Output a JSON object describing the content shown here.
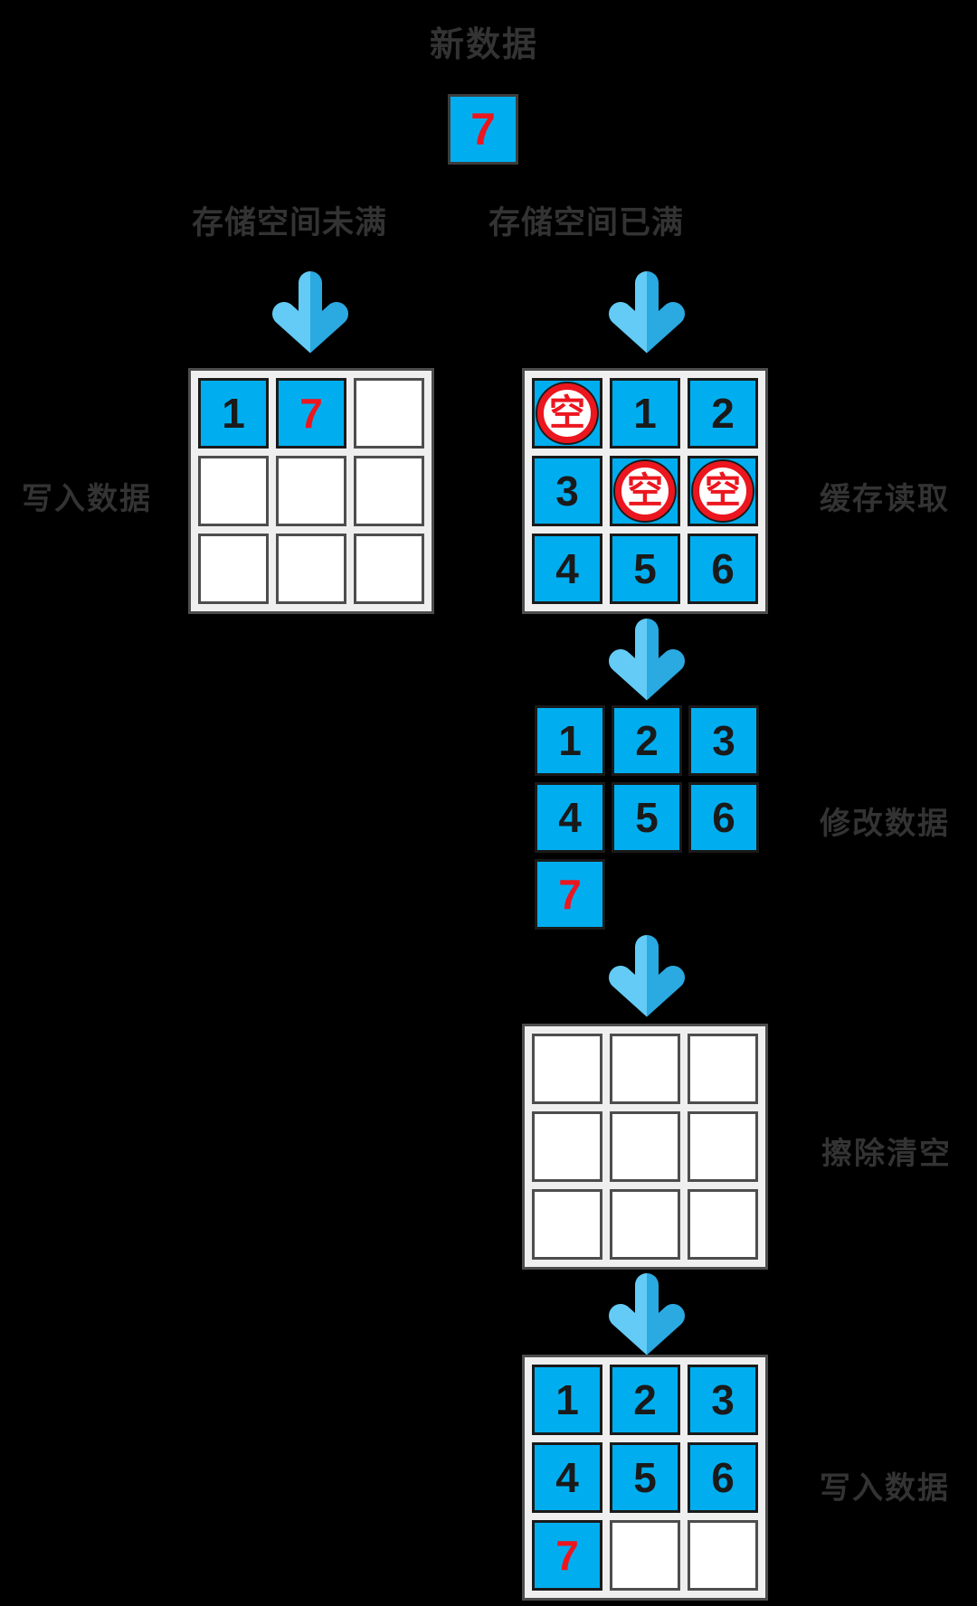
{
  "title": "新数据",
  "new_data": {
    "value": "7"
  },
  "branches": {
    "not_full": "存储空间未满",
    "full": "存储空间已满"
  },
  "labels": {
    "write_unfull": "写入数据",
    "cache_read": "缓存读取",
    "modify": "修改数据",
    "erase": "擦除清空",
    "write_full": "写入数据"
  },
  "badge_char": "空",
  "grids": {
    "unfull": [
      {
        "style": "blue",
        "text": "1",
        "color": "dark"
      },
      {
        "style": "blue",
        "text": "7",
        "color": "red"
      },
      {
        "style": "white"
      },
      {
        "style": "white"
      },
      {
        "style": "white"
      },
      {
        "style": "white"
      },
      {
        "style": "white"
      },
      {
        "style": "white"
      },
      {
        "style": "white"
      }
    ],
    "full": [
      {
        "style": "blue",
        "badge": true
      },
      {
        "style": "blue",
        "text": "1",
        "color": "dark"
      },
      {
        "style": "blue",
        "text": "2",
        "color": "dark"
      },
      {
        "style": "blue",
        "text": "3",
        "color": "dark"
      },
      {
        "style": "blue",
        "badge": true
      },
      {
        "style": "blue",
        "badge": true
      },
      {
        "style": "blue",
        "text": "4",
        "color": "dark"
      },
      {
        "style": "blue",
        "text": "5",
        "color": "dark"
      },
      {
        "style": "blue",
        "text": "6",
        "color": "dark"
      }
    ],
    "modify": [
      {
        "style": "blue",
        "text": "1",
        "color": "dark"
      },
      {
        "style": "blue",
        "text": "2",
        "color": "dark"
      },
      {
        "style": "blue",
        "text": "3",
        "color": "dark"
      },
      {
        "style": "blue",
        "text": "4",
        "color": "dark"
      },
      {
        "style": "blue",
        "text": "5",
        "color": "dark"
      },
      {
        "style": "blue",
        "text": "6",
        "color": "dark"
      },
      {
        "style": "blue",
        "text": "7",
        "color": "red"
      }
    ],
    "erase": [
      {
        "style": "white"
      },
      {
        "style": "white"
      },
      {
        "style": "white"
      },
      {
        "style": "white"
      },
      {
        "style": "white"
      },
      {
        "style": "white"
      },
      {
        "style": "white"
      },
      {
        "style": "white"
      },
      {
        "style": "white"
      }
    ],
    "write": [
      {
        "style": "blue",
        "text": "1",
        "color": "dark"
      },
      {
        "style": "blue",
        "text": "2",
        "color": "dark"
      },
      {
        "style": "blue",
        "text": "3",
        "color": "dark"
      },
      {
        "style": "blue",
        "text": "4",
        "color": "dark"
      },
      {
        "style": "blue",
        "text": "5",
        "color": "dark"
      },
      {
        "style": "blue",
        "text": "6",
        "color": "dark"
      },
      {
        "style": "blue",
        "text": "7",
        "color": "red"
      },
      {
        "style": "white"
      },
      {
        "style": "white"
      }
    ]
  },
  "colors": {
    "background": "#000000",
    "cell_blue": "#00AEEF",
    "red": "#EC161F",
    "arrow_light": "#63CBF5",
    "arrow_dark": "#2BA9E1",
    "text_dark_gray": "#333333",
    "panel_bg": "#EFEFEF",
    "panel_border": "#4D4D4D",
    "cell_border_dark": "#1A1A1A"
  }
}
